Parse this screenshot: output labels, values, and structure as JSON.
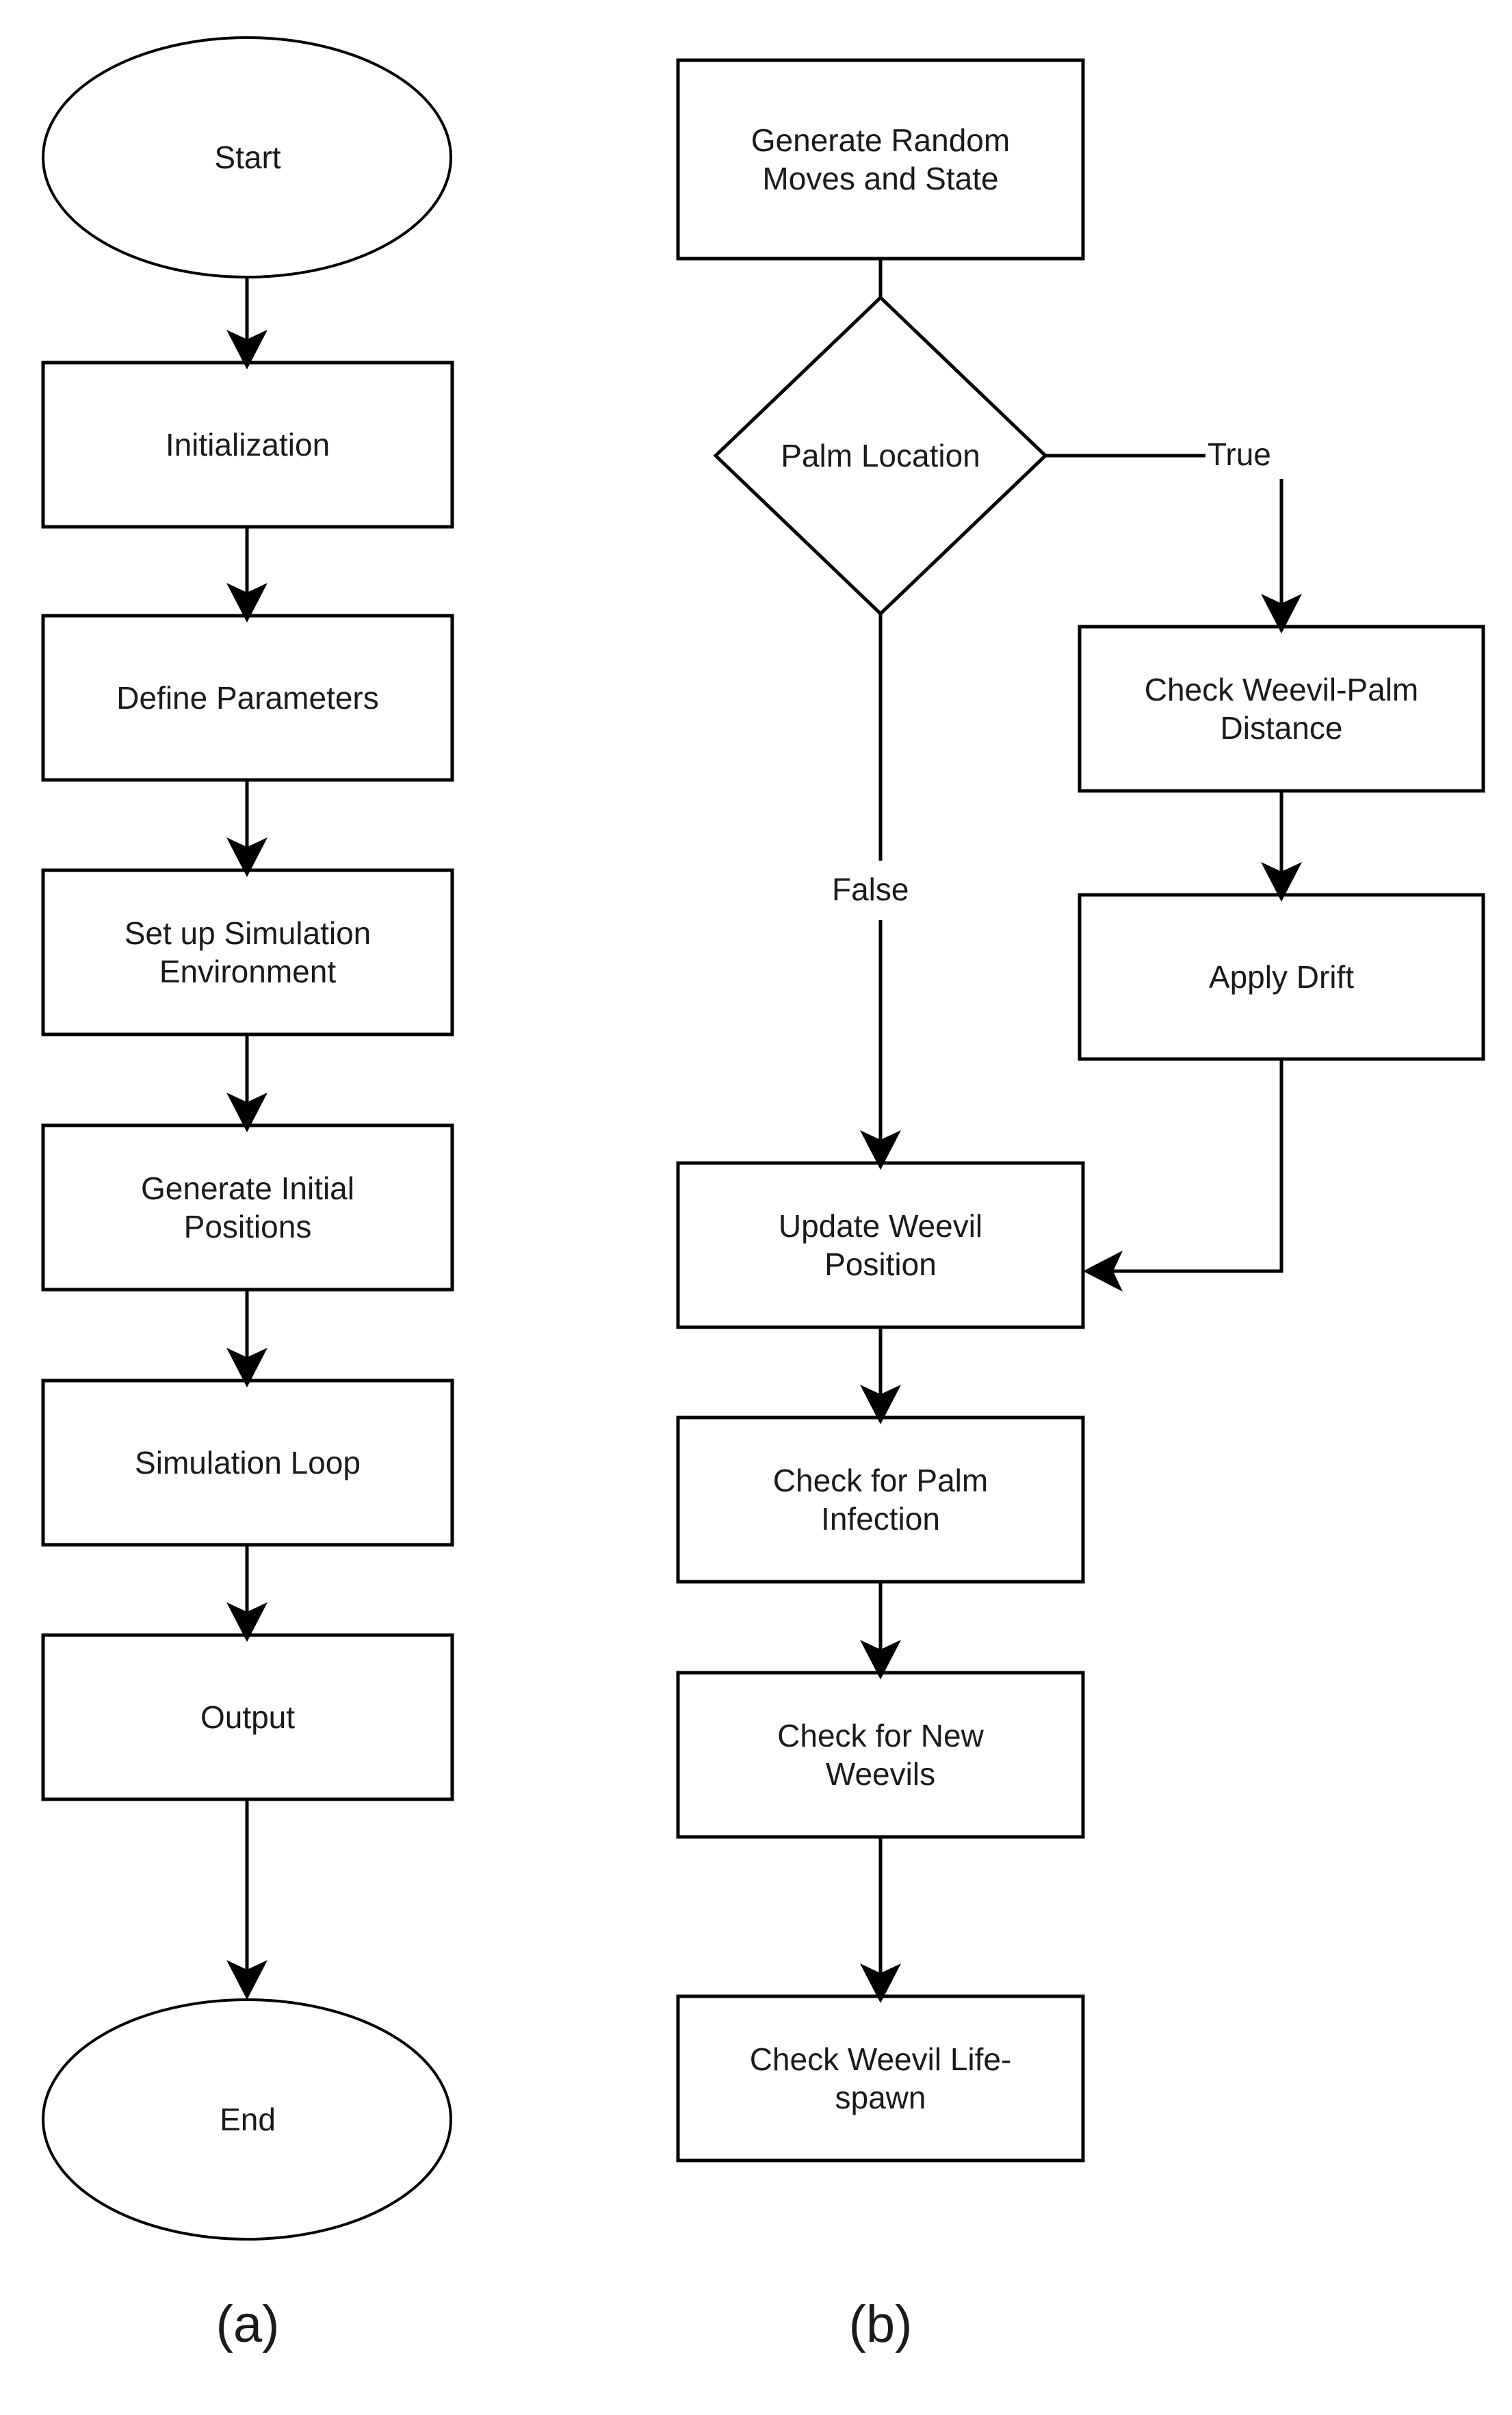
{
  "figure": {
    "background_color": "#ffffff",
    "stroke_color": "#000000",
    "text_color": "#1a1a1a"
  },
  "panels": [
    {
      "id": "panel-a",
      "caption": "(a)",
      "nodes": [
        {
          "id": "start",
          "shape": "ellipse",
          "label": "Start"
        },
        {
          "id": "init",
          "shape": "rectangle",
          "label": "Initialization"
        },
        {
          "id": "define",
          "shape": "rectangle",
          "label": "Define Parameters"
        },
        {
          "id": "setup",
          "shape": "rectangle",
          "label": "Set up Simulation\nEnvironment"
        },
        {
          "id": "genpos",
          "shape": "rectangle",
          "label": "Generate Initial\nPositions"
        },
        {
          "id": "simloop",
          "shape": "rectangle",
          "label": "Simulation Loop"
        },
        {
          "id": "output",
          "shape": "rectangle",
          "label": "Output"
        },
        {
          "id": "end",
          "shape": "ellipse",
          "label": "End"
        }
      ],
      "edges": [
        {
          "from": "start",
          "to": "init",
          "label": ""
        },
        {
          "from": "init",
          "to": "define",
          "label": ""
        },
        {
          "from": "define",
          "to": "setup",
          "label": ""
        },
        {
          "from": "setup",
          "to": "genpos",
          "label": ""
        },
        {
          "from": "genpos",
          "to": "simloop",
          "label": ""
        },
        {
          "from": "simloop",
          "to": "output",
          "label": ""
        },
        {
          "from": "output",
          "to": "end",
          "label": ""
        }
      ]
    },
    {
      "id": "panel-b",
      "caption": "(b)",
      "nodes": [
        {
          "id": "genmoves",
          "shape": "rectangle",
          "label": "Generate Random\nMoves and State"
        },
        {
          "id": "palmloc",
          "shape": "diamond",
          "label": "Palm Location"
        },
        {
          "id": "checkdist",
          "shape": "rectangle",
          "label": "Check Weevil-Palm\nDistance"
        },
        {
          "id": "drift",
          "shape": "rectangle",
          "label": "Apply Drift"
        },
        {
          "id": "updatepos",
          "shape": "rectangle",
          "label": "Update Weevil\nPosition"
        },
        {
          "id": "infection",
          "shape": "rectangle",
          "label": "Check for Palm\nInfection"
        },
        {
          "id": "newweevils",
          "shape": "rectangle",
          "label": "Check for New\nWeevils"
        },
        {
          "id": "lifespawn",
          "shape": "rectangle",
          "label": "Check Weevil Life-\nspawn"
        }
      ],
      "edges": [
        {
          "from": "genmoves",
          "to": "palmloc",
          "label": ""
        },
        {
          "from": "palmloc",
          "to": "checkdist",
          "label": "True"
        },
        {
          "from": "palmloc",
          "to": "updatepos",
          "label": "False"
        },
        {
          "from": "checkdist",
          "to": "drift",
          "label": ""
        },
        {
          "from": "drift",
          "to": "updatepos",
          "label": ""
        },
        {
          "from": "updatepos",
          "to": "infection",
          "label": ""
        },
        {
          "from": "infection",
          "to": "newweevils",
          "label": ""
        },
        {
          "from": "newweevils",
          "to": "lifespawn",
          "label": ""
        }
      ]
    }
  ],
  "edge_labels": {
    "true": "True",
    "false": "False"
  }
}
